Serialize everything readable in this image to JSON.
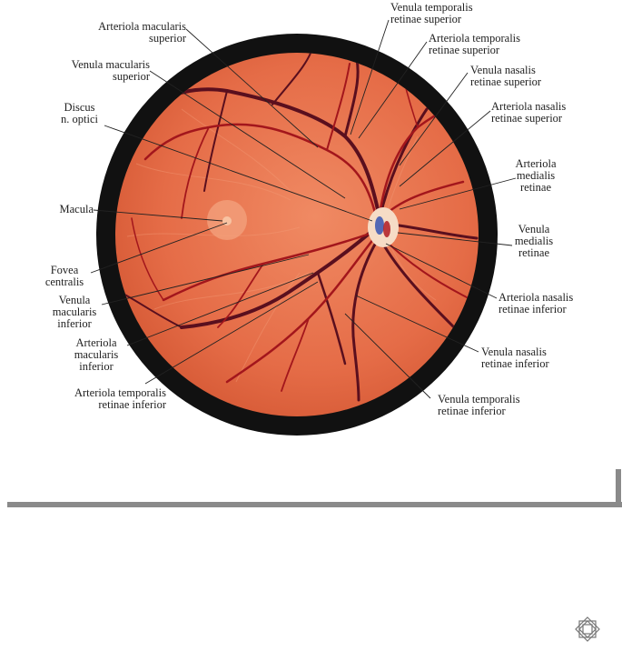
{
  "labels": {
    "venula_temporalis_sup": [
      "Venula temporalis",
      "retinae superior"
    ],
    "arteriola_macularis_sup": [
      "Arteriola macularis",
      "superior"
    ],
    "arteriola_temporalis_sup": [
      "Arteriola temporalis",
      "retinae superior"
    ],
    "venula_macularis_sup": [
      "Venula macularis",
      "superior"
    ],
    "venula_nasalis_sup": [
      "Venula nasalis",
      "retinae superior"
    ],
    "discus": [
      "Discus",
      "n. optici"
    ],
    "arteriola_nasalis_sup": [
      "Arteriola nasalis",
      "retinae superior"
    ],
    "arteriola_medialis": [
      "Arteriola",
      "medialis",
      "retinae"
    ],
    "macula": [
      "Macula"
    ],
    "venula_medialis": [
      "Venula",
      "medialis",
      "retinae"
    ],
    "fovea": [
      "Fovea",
      "centralis"
    ],
    "venula_macularis_inf": [
      "Venula",
      "macularis",
      "inferior"
    ],
    "arteriola_nasalis_inf": [
      "Arteriola nasalis",
      "retinae inferior"
    ],
    "arteriola_macularis_inf": [
      "Arteriola",
      "macularis",
      "inferior"
    ],
    "venula_nasalis_inf": [
      "Venula nasalis",
      "retinae inferior"
    ],
    "arteriola_temporalis_inf": [
      "Arteriola temporalis",
      "retinae inferior"
    ],
    "venula_temporalis_inf": [
      "Venula temporalis",
      "retinae inferior"
    ]
  },
  "colors": {
    "retina": "#e8734e",
    "rim": "#111111",
    "vein": "#5a0f1e",
    "artery": "#a3161c",
    "disc": "#f6dcc6"
  },
  "icons": {
    "nav": "diamond-frame-icon"
  }
}
